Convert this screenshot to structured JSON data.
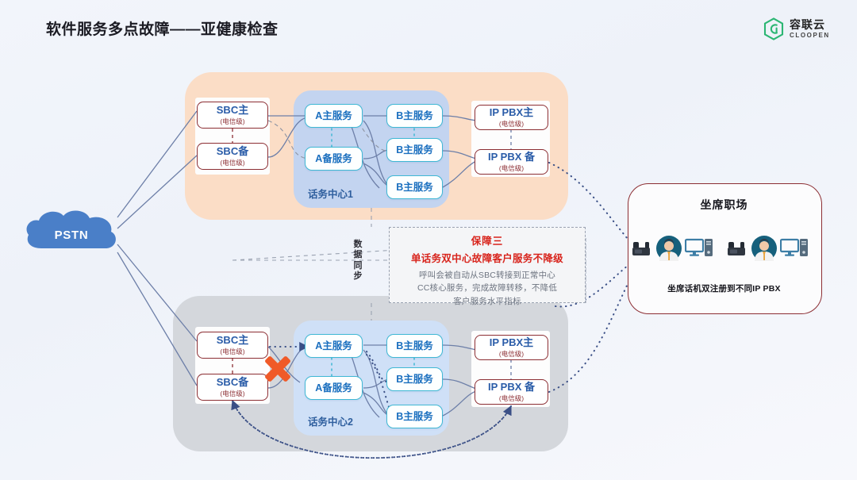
{
  "header": {
    "title": "软件服务多点故障——亚健康检查",
    "logo_cn": "容联云",
    "logo_en": "CLOOPEN",
    "logo_color": "#2bb673"
  },
  "pstn": {
    "label": "PSTN",
    "color": "#4a7fc8"
  },
  "sync": {
    "label_vertical": "数据\n同步",
    "label": "数据同步"
  },
  "centers": [
    {
      "id": "top",
      "panel_color": "#fbddc6",
      "dc_label": "话务中心1",
      "sbc": [
        {
          "name": "SBC主",
          "grade": "(电信级)"
        },
        {
          "name": "SBC备",
          "grade": "(电信级)"
        }
      ],
      "a_services": [
        {
          "name": "A主服务"
        },
        {
          "name": "A备服务"
        }
      ],
      "b_services": [
        {
          "name": "B主服务"
        },
        {
          "name": "B主服务"
        },
        {
          "name": "B主服务"
        }
      ],
      "pbx": [
        {
          "name": "IP PBX主",
          "grade": "(电信级)"
        },
        {
          "name": "IP PBX 备",
          "grade": "(电信级)"
        }
      ],
      "failure_mark": false
    },
    {
      "id": "bottom",
      "panel_color": "#d4d7dc",
      "dc_label": "话务中心2",
      "sbc": [
        {
          "name": "SBC主",
          "grade": "(电信级)"
        },
        {
          "name": "SBC备",
          "grade": "(电信级)"
        }
      ],
      "a_services": [
        {
          "name": "A主服务"
        },
        {
          "name": "A备服务"
        }
      ],
      "b_services": [
        {
          "name": "B主服务"
        },
        {
          "name": "B主服务"
        },
        {
          "name": "B主服务"
        }
      ],
      "pbx": [
        {
          "name": "IP PBX主",
          "grade": "(电信级)"
        },
        {
          "name": "IP PBX 备",
          "grade": "(电信级)"
        }
      ],
      "failure_mark": true
    }
  ],
  "callout": {
    "heading": "保障三",
    "subheading": "单话务双中心故障客户服务不降级",
    "body_line1": "呼叫会被自动从SBC转接到正常中心",
    "body_line2": "CC核心服务，完成故障转移，不降低",
    "body_line3": "客户服务水平指标",
    "accent": "#d8241c"
  },
  "workplace": {
    "title": "坐席职场",
    "caption": "坐席话机双注册到不同IP PBX",
    "border_color": "#8c2e33",
    "agents": [
      {
        "icon": "desk-phone-icon"
      },
      {
        "icon": "agent-avatar-icon"
      },
      {
        "icon": "monitor-icon"
      },
      {
        "icon": "pc-tower-icon"
      }
    ]
  }
}
